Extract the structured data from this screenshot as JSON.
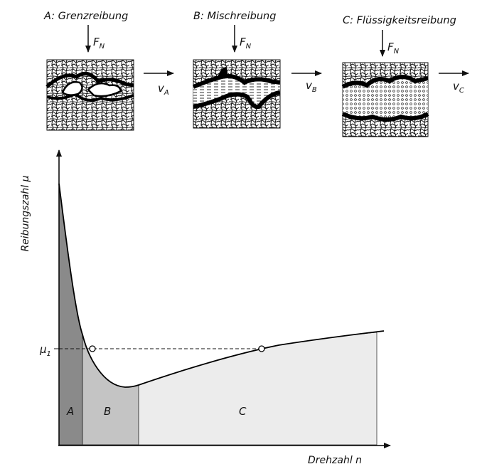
{
  "panels": [
    {
      "id": "A",
      "title": "A: Grenzreibung",
      "force_symbol": "F",
      "force_subscript": "N",
      "velocity_symbol": "v",
      "velocity_subscript": "A"
    },
    {
      "id": "B",
      "title": "B: Mischreibung",
      "force_symbol": "F",
      "force_subscript": "N",
      "velocity_symbol": "v",
      "velocity_subscript": "B"
    },
    {
      "id": "C",
      "title": "C: Flüssigkeitsreibung",
      "force_symbol": "F",
      "force_subscript": "N",
      "velocity_symbol": "v",
      "velocity_subscript": "C"
    }
  ],
  "graph": {
    "y_axis_label": "Reibungszahl  μ",
    "x_axis_label": "Drehzahl  n",
    "mu_symbol": "μ",
    "mu_subscript": "1",
    "regions": [
      {
        "label": "A",
        "color": "#8a8a8a"
      },
      {
        "label": "B",
        "color": "#c4c4c4"
      },
      {
        "label": "C",
        "color": "#ececec"
      }
    ]
  }
}
